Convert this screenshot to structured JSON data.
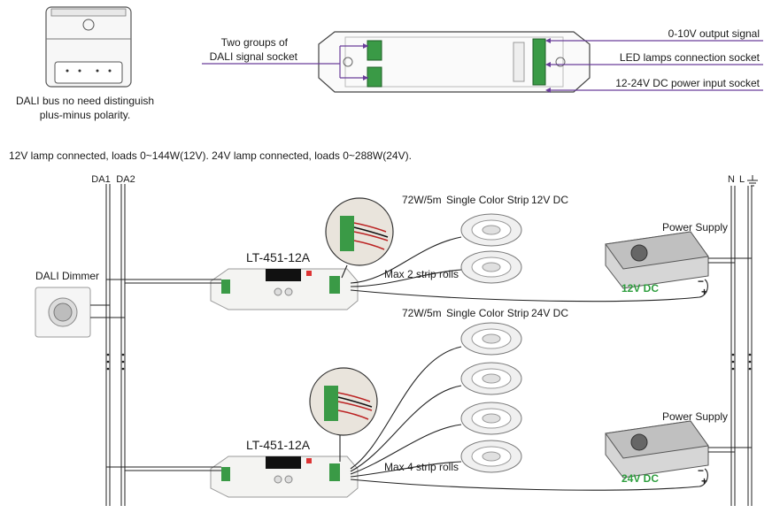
{
  "top": {
    "bus_note_line1": "DALI bus no need distinguish",
    "bus_note_line2": "plus-minus polarity.",
    "left_callout_line1": "Two groups of",
    "left_callout_line2": "DALI signal socket",
    "right_callouts": [
      "0-10V output signal",
      "LED lamps connection socket",
      "12-24V DC power input socket"
    ]
  },
  "load_note": "12V lamp connected, loads 0~144W(12V). 24V lamp connected, loads 0~288W(24V).",
  "bus": {
    "da1": "DA1",
    "da2": "DA2",
    "n": "N",
    "l": "L"
  },
  "dimmer_label": "DALI Dimmer",
  "upper": {
    "model": "LT-451-12A",
    "strip_rating": "72W/5m",
    "strip_type": "Single Color Strip",
    "strip_voltage": "12V DC",
    "max_rolls": "Max 2 strip rolls",
    "psu_label": "Power Supply",
    "psu_voltage": "12V DC"
  },
  "lower": {
    "model": "LT-451-12A",
    "strip_rating": "72W/5m",
    "strip_type": "Single Color Strip",
    "strip_voltage": "24V DC",
    "max_rolls": "Max 4 strip rolls",
    "psu_label": "Power Supply",
    "psu_voltage": "24V DC"
  },
  "colors": {
    "callout_line": "#6a3d9a",
    "voltage_text": "#2e9e3e",
    "wire": "#222222"
  }
}
